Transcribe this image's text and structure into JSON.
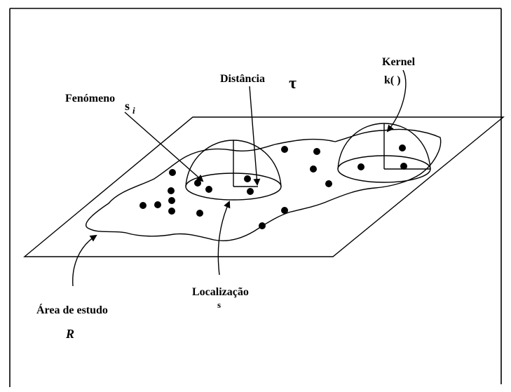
{
  "labels": {
    "kernel": "Kernel",
    "kernel_symbol": "k( )",
    "distancia": "Distância",
    "tau": "τ",
    "fenomeno": "Fenómeno",
    "fenomeno_symbol": "s",
    "fenomeno_subscript": "i",
    "localizacao": "Localização",
    "localizacao_symbol": "s",
    "area_estudo": "Área de estudo",
    "region_symbol": "R"
  }
}
